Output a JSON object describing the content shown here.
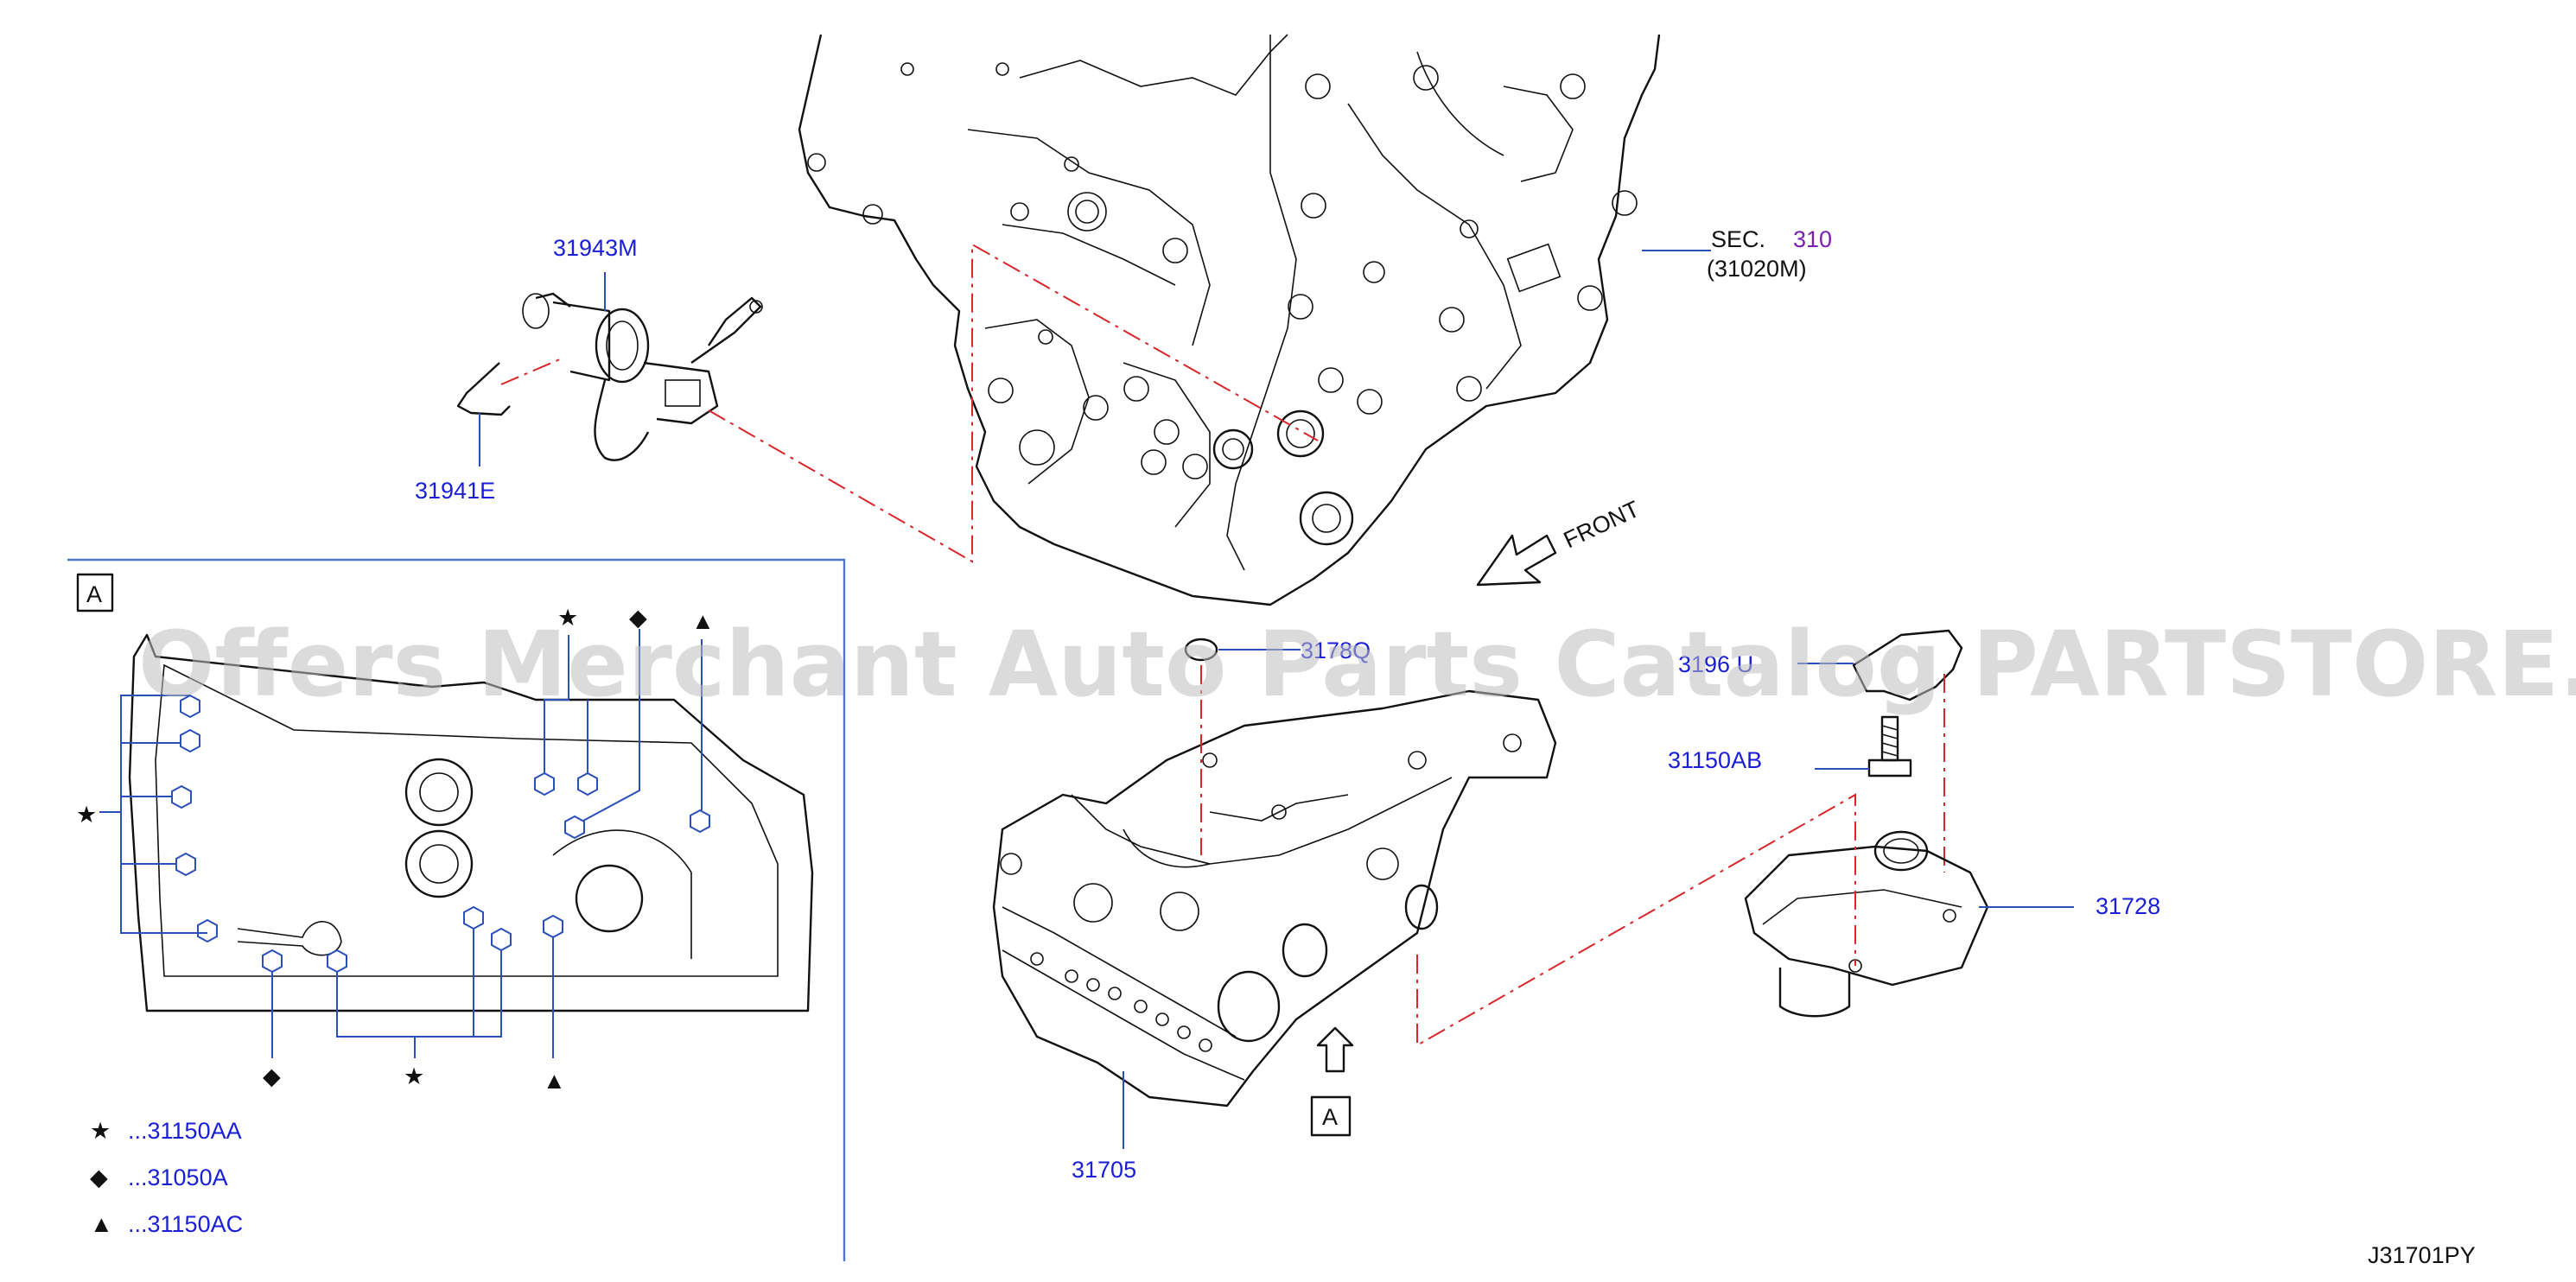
{
  "callouts": {
    "c31943m": "31943M",
    "c31941e": "31941E",
    "sec_prefix": "SEC.",
    "sec_num": "310",
    "sec_ref": "(31020M)",
    "front": "FRONT",
    "c3178q": "3178Q",
    "c3196u": "3196 U",
    "c31150ab": "31150AB",
    "c31728": "31728",
    "c31705": "31705",
    "view_a": "A"
  },
  "inset": {
    "label": "A",
    "legend": [
      {
        "symbol": "★",
        "text": "...31150AA"
      },
      {
        "symbol": "◆",
        "text": "...31050A"
      },
      {
        "symbol": "▲",
        "text": "...31150AC"
      }
    ]
  },
  "watermark": "Offers Merchant Auto Parts Catalog PARTSTORE.SA",
  "diagram_code": "J31701PY",
  "colors": {
    "callout": "#1a1fd6",
    "section": "#7a1fb0",
    "leader": "#2a4fb8",
    "phantom": "#d6262a"
  }
}
